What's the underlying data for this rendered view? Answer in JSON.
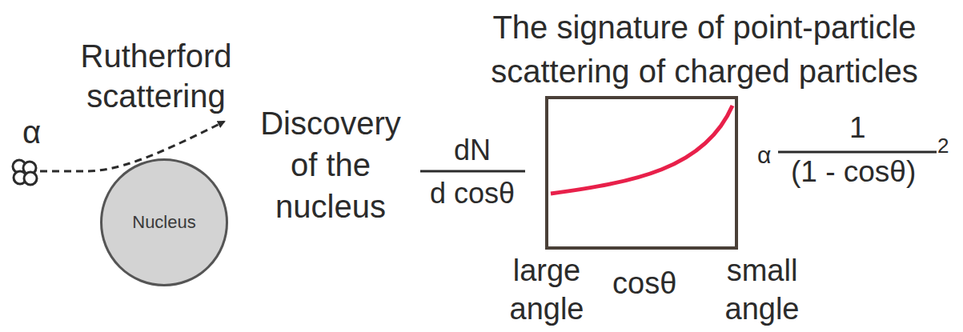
{
  "diagram": {
    "title": "The signature of point-particle scattering of charged particles",
    "nodes": [
      {
        "text": [
          "Nucleus"
        ]
      }
    ],
    "labels": [
      "α",
      "Rutherford scattering",
      "Discovery of the nucleus",
      "dN",
      "d cosθ",
      "α",
      "1",
      "(1 - cosθ)",
      "2",
      "large angle",
      "cosθ",
      "small angle"
    ]
  }
}
